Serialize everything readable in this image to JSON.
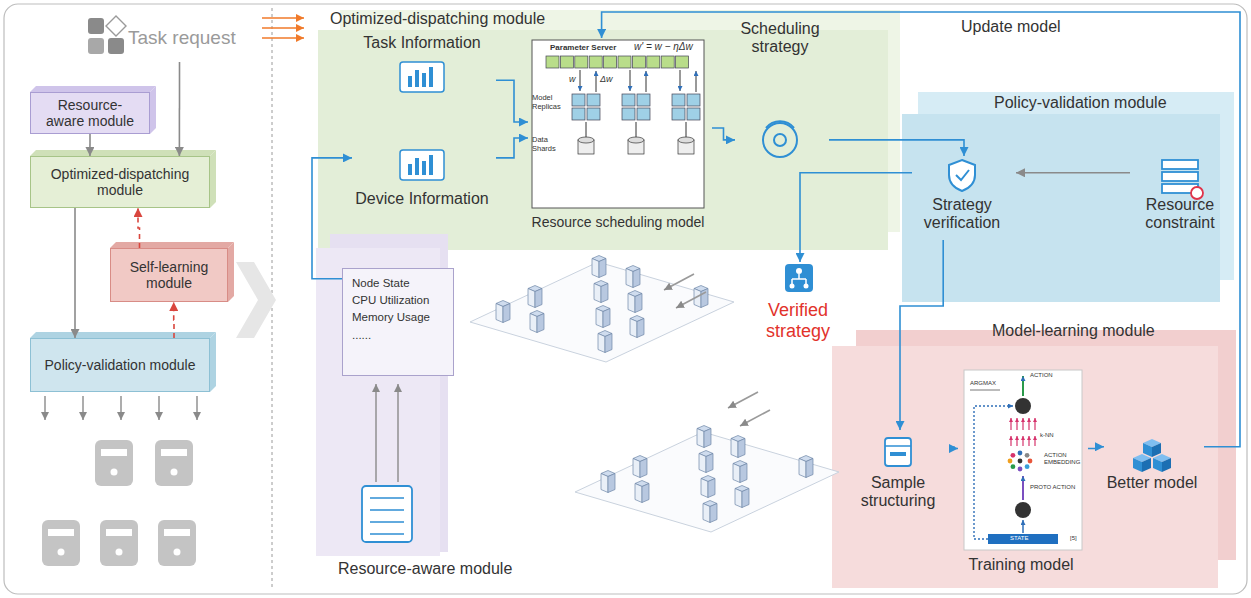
{
  "diagram": {
    "nodes": [
      {
        "text": [
          "Task request"
        ]
      },
      {
        "text": [
          "Resource-aware module"
        ]
      },
      {
        "text": [
          "Optimized-dispatching module"
        ]
      },
      {
        "text": [
          "Self-learning module"
        ]
      },
      {
        "text": [
          "Policy-validation module"
        ]
      },
      {
        "text": [
          "Optimized-dispatching module"
        ]
      },
      {
        "text": [
          "Task Information"
        ],
        "in": 5
      },
      {
        "text": [
          "Device Information"
        ],
        "in": 5
      },
      {
        "text": [
          "Parameter Server",
          "w' = w − ηΔw",
          "w",
          "Δw",
          "Model Replicas",
          "Data Shards",
          "Resource scheduling model"
        ],
        "in": 5
      },
      {
        "text": [
          "Scheduling strategy"
        ],
        "in": 5
      },
      {
        "text": [
          "Policy-validation module"
        ]
      },
      {
        "text": [
          "Strategy verification"
        ],
        "in": 10
      },
      {
        "text": [
          "Resource constraint"
        ],
        "in": 10
      },
      {
        "text": [
          "Resource-aware module"
        ]
      },
      {
        "text": [
          "Node State",
          "CPU Utilization",
          "Memory Usage",
          "......"
        ],
        "in": 13
      },
      {
        "text": [
          "Verified strategy"
        ]
      },
      {
        "text": [
          "Model-learning module"
        ]
      },
      {
        "text": [
          "Sample structuring"
        ],
        "in": 16
      },
      {
        "text": [
          "Training model",
          "ARGMAX",
          "ACTION",
          "k-NN",
          "ACTION EMBEDDING",
          "PROTO ACTION",
          "STATE",
          "[5]"
        ],
        "in": 16
      },
      {
        "text": [
          "Better model"
        ],
        "in": 16
      }
    ],
    "edges": [
      {
        "from": 0,
        "to": 2,
        "arrow": "to"
      },
      {
        "from": 1,
        "to": 2,
        "arrow": "to"
      },
      {
        "from": 2,
        "to": 4,
        "arrow": "to"
      },
      {
        "from": 4,
        "to": 3,
        "arrow": "to"
      },
      {
        "from": 3,
        "to": 2,
        "arrow": "to"
      },
      {
        "from": 14,
        "to": 7,
        "arrow": "to"
      },
      {
        "from": 6,
        "to": 8,
        "arrow": "to"
      },
      {
        "from": 7,
        "to": 8,
        "arrow": "to"
      },
      {
        "from": 8,
        "to": 9,
        "arrow": "to"
      },
      {
        "from": 9,
        "to": 11,
        "arrow": "to"
      },
      {
        "from": 12,
        "to": 11,
        "arrow": "to"
      },
      {
        "from": 11,
        "to": 15,
        "arrow": "to"
      },
      {
        "from": 11,
        "to": 17,
        "arrow": "to"
      },
      {
        "from": 17,
        "to": 18,
        "arrow": "to"
      },
      {
        "from": 18,
        "to": 19,
        "arrow": "to"
      },
      {
        "from": 19,
        "to": 8,
        "label": "Update model",
        "arrow": "to"
      }
    ]
  }
}
